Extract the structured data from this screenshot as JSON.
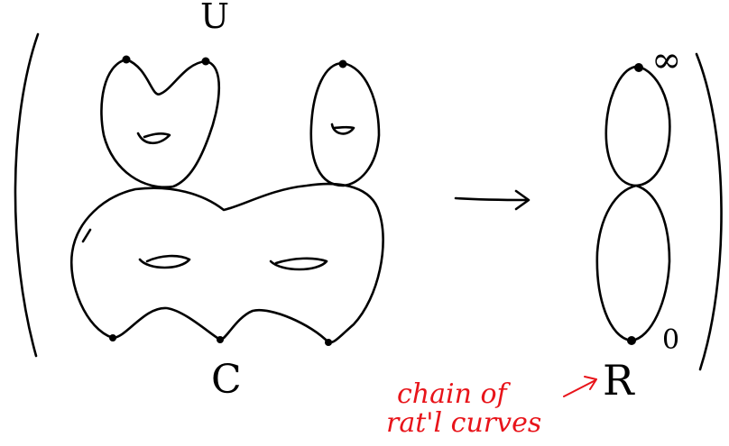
{
  "labels": {
    "top_curve": "U",
    "bottom_curve": "C",
    "target": "R",
    "point_top": "∞",
    "point_bottom": "0",
    "annotation_line1": "chain of",
    "annotation_line2": "rat'l curves"
  },
  "colors": {
    "ink": "#000000",
    "annotation": "#e8141a"
  }
}
